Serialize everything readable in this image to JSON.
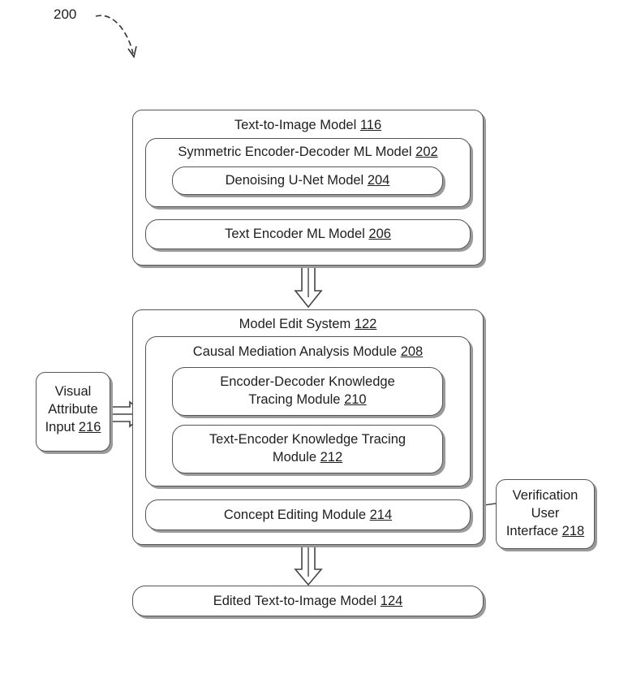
{
  "figure_number": "200",
  "text_to_image": {
    "title": "Text-to-Image Model",
    "ref": "116"
  },
  "symmetric": {
    "title": "Symmetric Encoder-Decoder ML Model",
    "ref": "202"
  },
  "unet": {
    "title": "Denoising U-Net Model",
    "ref": "204"
  },
  "text_encoder": {
    "title": "Text Encoder ML Model",
    "ref": "206"
  },
  "model_edit": {
    "title": "Model Edit System",
    "ref": "122"
  },
  "causal": {
    "title": "Causal Mediation Analysis Module",
    "ref": "208"
  },
  "enc_dec_tracing": {
    "line1": "Encoder-Decoder Knowledge",
    "line2": "Tracing Module",
    "ref": "210"
  },
  "text_enc_tracing": {
    "line1": "Text-Encoder Knowledge Tracing",
    "line2": "Module",
    "ref": "212"
  },
  "concept_editing": {
    "title": "Concept Editing Module",
    "ref": "214"
  },
  "visual_attr": {
    "line1": "Visual",
    "line2": "Attribute",
    "line3": "Input",
    "ref": "216"
  },
  "verification": {
    "line1": "Verification",
    "line2": "User",
    "line3": "Interface",
    "ref": "218"
  },
  "edited_model": {
    "title": "Edited Text-to-Image Model",
    "ref": "124"
  }
}
